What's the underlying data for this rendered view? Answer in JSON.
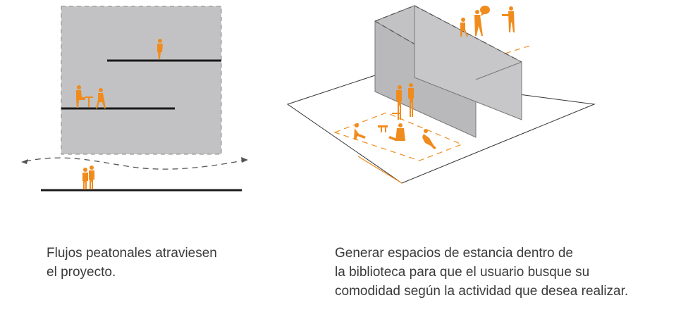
{
  "colors": {
    "accent": "#f08c1e",
    "wall": "#c2c2c4",
    "line": "#1a1a1a",
    "dash": "#555555",
    "text": "#3a3a3a"
  },
  "left_panel": {
    "caption": {
      "line1": "Flujos peatonales atraviesen",
      "line2": "el proyecto."
    }
  },
  "right_panel": {
    "caption": {
      "line1": "Generar espacios de estancia dentro de",
      "line2": "la biblioteca para que el usuario busque su",
      "line3": "comodidad según la actividad que desea realizar."
    }
  }
}
